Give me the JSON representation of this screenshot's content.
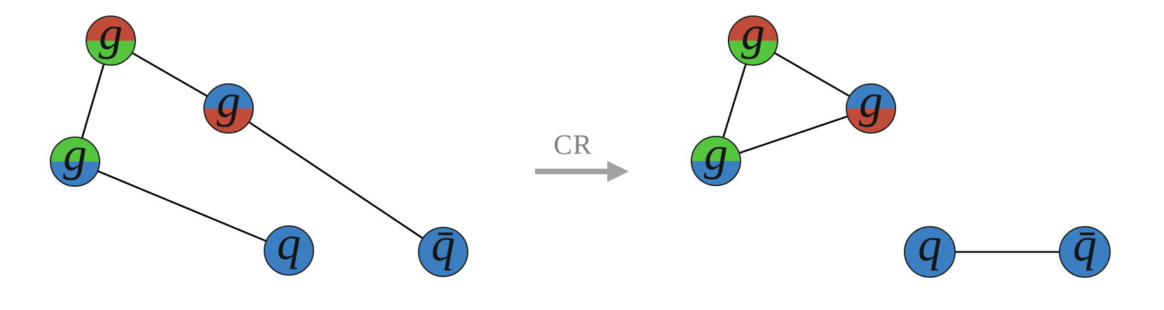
{
  "transition": {
    "label": "CR"
  },
  "colors": {
    "red": "#c14c3a",
    "green": "#55c53f",
    "blue": "#3b7ec2",
    "edge": "#000000",
    "node_outline": "#1a1a1a",
    "label": "#141414",
    "arrow": "#a1a1a1",
    "arrow_label": "#7e7e7e",
    "background": "#ffffff"
  },
  "left_graph": {
    "nodes": [
      {
        "id": "g1",
        "label": "g",
        "type": "gluon",
        "top_color": "#c14c3a",
        "bottom_color": "#55c53f"
      },
      {
        "id": "g2",
        "label": "g",
        "type": "gluon",
        "top_color": "#3b7ec2",
        "bottom_color": "#c14c3a"
      },
      {
        "id": "g3",
        "label": "g",
        "type": "gluon",
        "top_color": "#55c53f",
        "bottom_color": "#3b7ec2"
      },
      {
        "id": "q",
        "label": "q",
        "type": "quark",
        "fill": "#3b7ec2"
      },
      {
        "id": "qbar",
        "label": "q̄",
        "type": "antiquark",
        "fill": "#3b7ec2"
      }
    ],
    "edges": [
      [
        "g1",
        "g3"
      ],
      [
        "g1",
        "g2"
      ],
      [
        "g2",
        "qbar"
      ],
      [
        "g3",
        "q"
      ]
    ]
  },
  "right_graph": {
    "nodes": [
      {
        "id": "g1",
        "label": "g",
        "type": "gluon",
        "top_color": "#c14c3a",
        "bottom_color": "#55c53f"
      },
      {
        "id": "g2",
        "label": "g",
        "type": "gluon",
        "top_color": "#3b7ec2",
        "bottom_color": "#c14c3a"
      },
      {
        "id": "g3",
        "label": "g",
        "type": "gluon",
        "top_color": "#55c53f",
        "bottom_color": "#3b7ec2"
      },
      {
        "id": "q",
        "label": "q",
        "type": "quark",
        "fill": "#3b7ec2"
      },
      {
        "id": "qbar",
        "label": "q̄",
        "type": "antiquark",
        "fill": "#3b7ec2"
      }
    ],
    "edges": [
      [
        "g1",
        "g3"
      ],
      [
        "g1",
        "g2"
      ],
      [
        "g3",
        "g2"
      ],
      [
        "q",
        "qbar"
      ]
    ]
  }
}
